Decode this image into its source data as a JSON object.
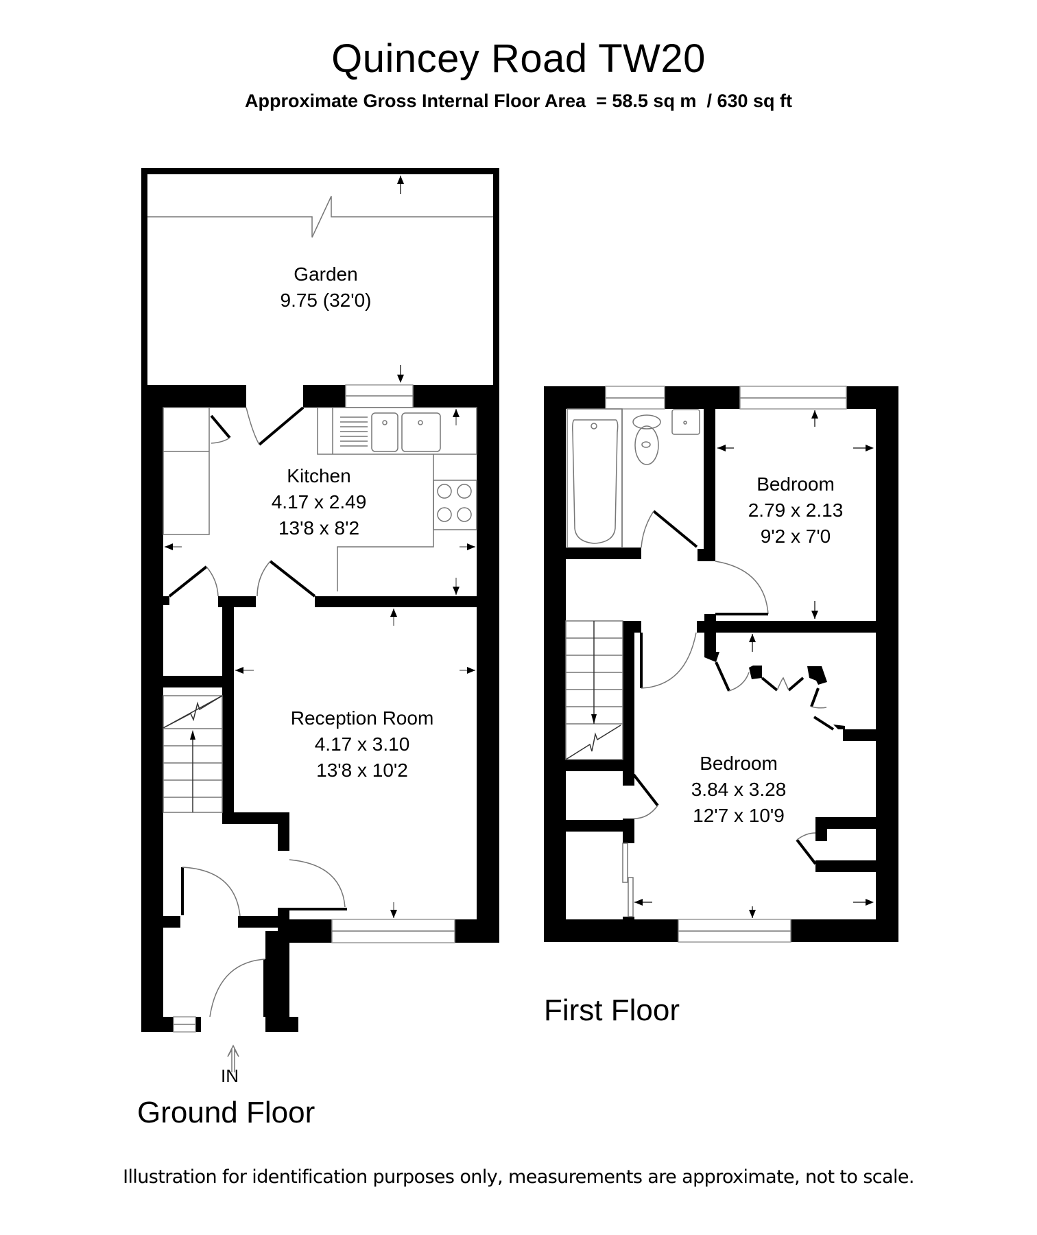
{
  "header": {
    "title": "Quincey Road TW20",
    "subtitle": "Approximate Gross Internal Floor Area  = 58.5 sq m  / 630 sq ft"
  },
  "ground_floor": {
    "label": "Ground Floor",
    "entrance_label": "IN",
    "rooms": [
      {
        "name": "Garden",
        "dim_metric": "9.75 (32'0)",
        "dim_imperial": ""
      },
      {
        "name": "Kitchen",
        "dim_metric": "4.17 x 2.49",
        "dim_imperial": "13'8 x 8'2"
      },
      {
        "name": "Reception Room",
        "dim_metric": "4.17 x 3.10",
        "dim_imperial": "13'8 x 10'2"
      }
    ]
  },
  "first_floor": {
    "label": "First Floor",
    "rooms": [
      {
        "name": "Bedroom",
        "dim_metric": "2.79 x 2.13",
        "dim_imperial": "9'2 x 7'0"
      },
      {
        "name": "Bedroom",
        "dim_metric": "3.84 x 3.28",
        "dim_imperial": "12'7 x 10'9"
      }
    ]
  },
  "footer": {
    "disclaimer": "Illustration for identification purposes only, measurements are approximate, not to scale."
  }
}
